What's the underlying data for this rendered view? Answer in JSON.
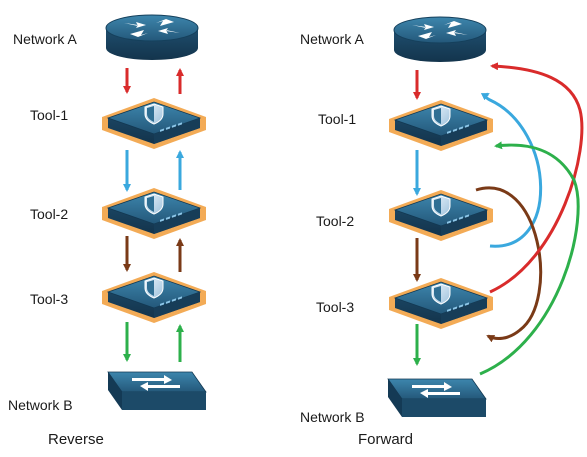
{
  "labels": {
    "network_a": "Network A",
    "network_b": "Network B",
    "tool_1": "Tool-1",
    "tool_2": "Tool-2",
    "tool_3": "Tool-3"
  },
  "panels": {
    "left_caption": "Reverse",
    "right_caption": "Forward"
  },
  "colors": {
    "red": "#d92b2b",
    "blue": "#3aa8de",
    "brown": "#7a3a17",
    "green": "#2db04b",
    "device_dark": "#1d4c6b",
    "device_top": "#2f6f94",
    "tool_border": "#f2a64d"
  },
  "icons": {
    "router": "router-icon",
    "switch": "switch-icon",
    "tool": "shield-appliance-icon"
  }
}
